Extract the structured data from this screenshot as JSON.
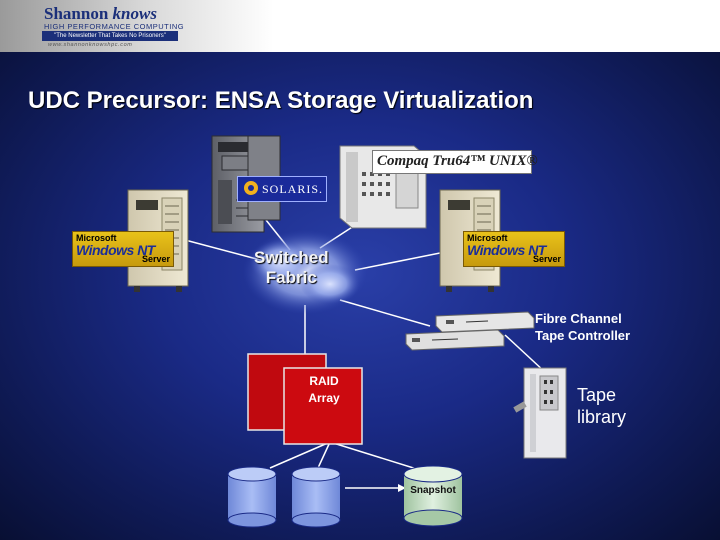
{
  "header": {
    "brand_name": "Shannon",
    "brand_italic": "knows",
    "subtitle": "HIGH PERFORMANCE COMPUTING",
    "tagline": "\"The Newsletter That Takes No Prisoners\"",
    "website": "www.shannonknowshpc.com"
  },
  "slide": {
    "title": "UDC Precursor: ENSA Storage Virtualization"
  },
  "diagram": {
    "center_label_line1": "Switched",
    "center_label_line2": "Fabric",
    "fibre_line1": "Fibre Channel",
    "fibre_line2": "Tape Controller",
    "tape_line1": "Tape",
    "tape_line2": "library",
    "raid_line1": "RAID",
    "raid_line2": "Array",
    "snapshot": "Snapshot",
    "badges": {
      "ms_line1": "Microsoft",
      "ms_line2": "Windows NT",
      "ms_line3": "Server",
      "solaris": "SOLARIS.",
      "tru64": "Compaq Tru64™ UNIX®"
    }
  },
  "colors": {
    "background": "#1a2a86",
    "raid": "#cc0a10",
    "disk": "#8fa6e8",
    "snapshot": "#c8e0c8"
  }
}
